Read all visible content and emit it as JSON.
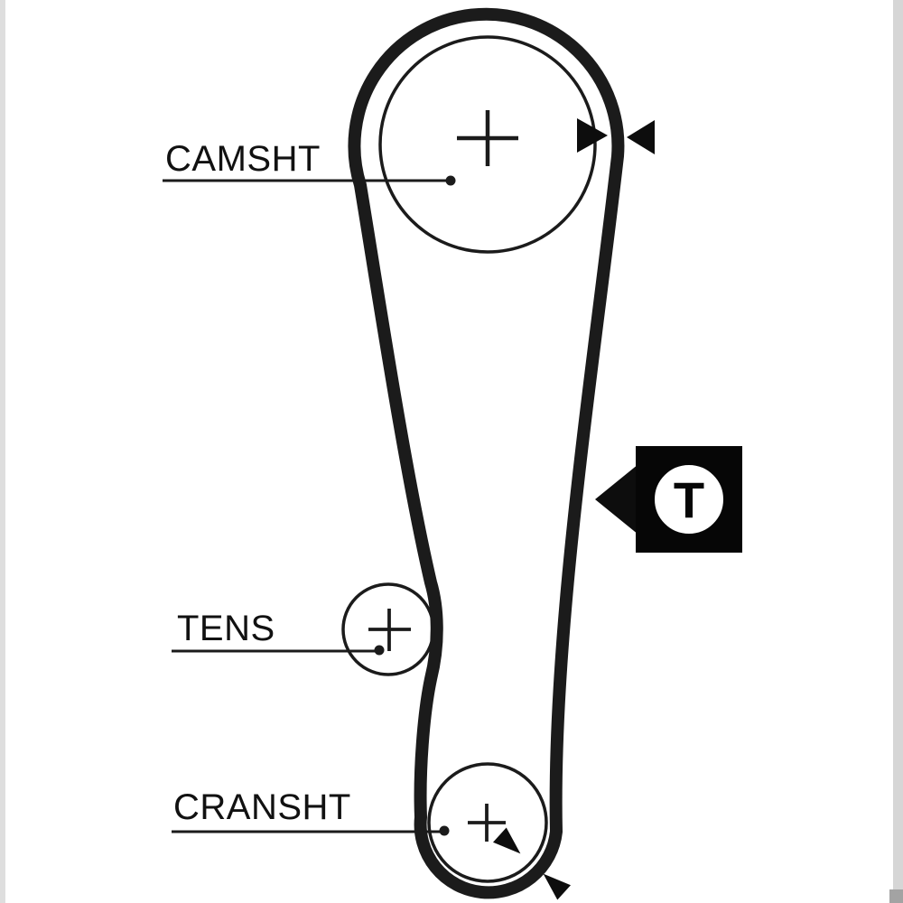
{
  "diagram": {
    "labels": {
      "camshaft": "CAMSHT",
      "tensioner": "TENS",
      "crankshaft": "CRANSHT",
      "badge_t": "T"
    },
    "icons": {
      "belt_timing_mark_left": "▶",
      "belt_timing_mark_right": "◀",
      "tension_badge_arrow": "◀",
      "crank_timing_mark_inner": "➤",
      "crank_timing_mark_outer": "➤"
    },
    "colors": {
      "line": "#1b1b1b",
      "background": "#ffffff",
      "badge_bg": "#060606",
      "badge_circle_fill": "#ffffff",
      "edge_gray": "#d9d9d9"
    }
  }
}
